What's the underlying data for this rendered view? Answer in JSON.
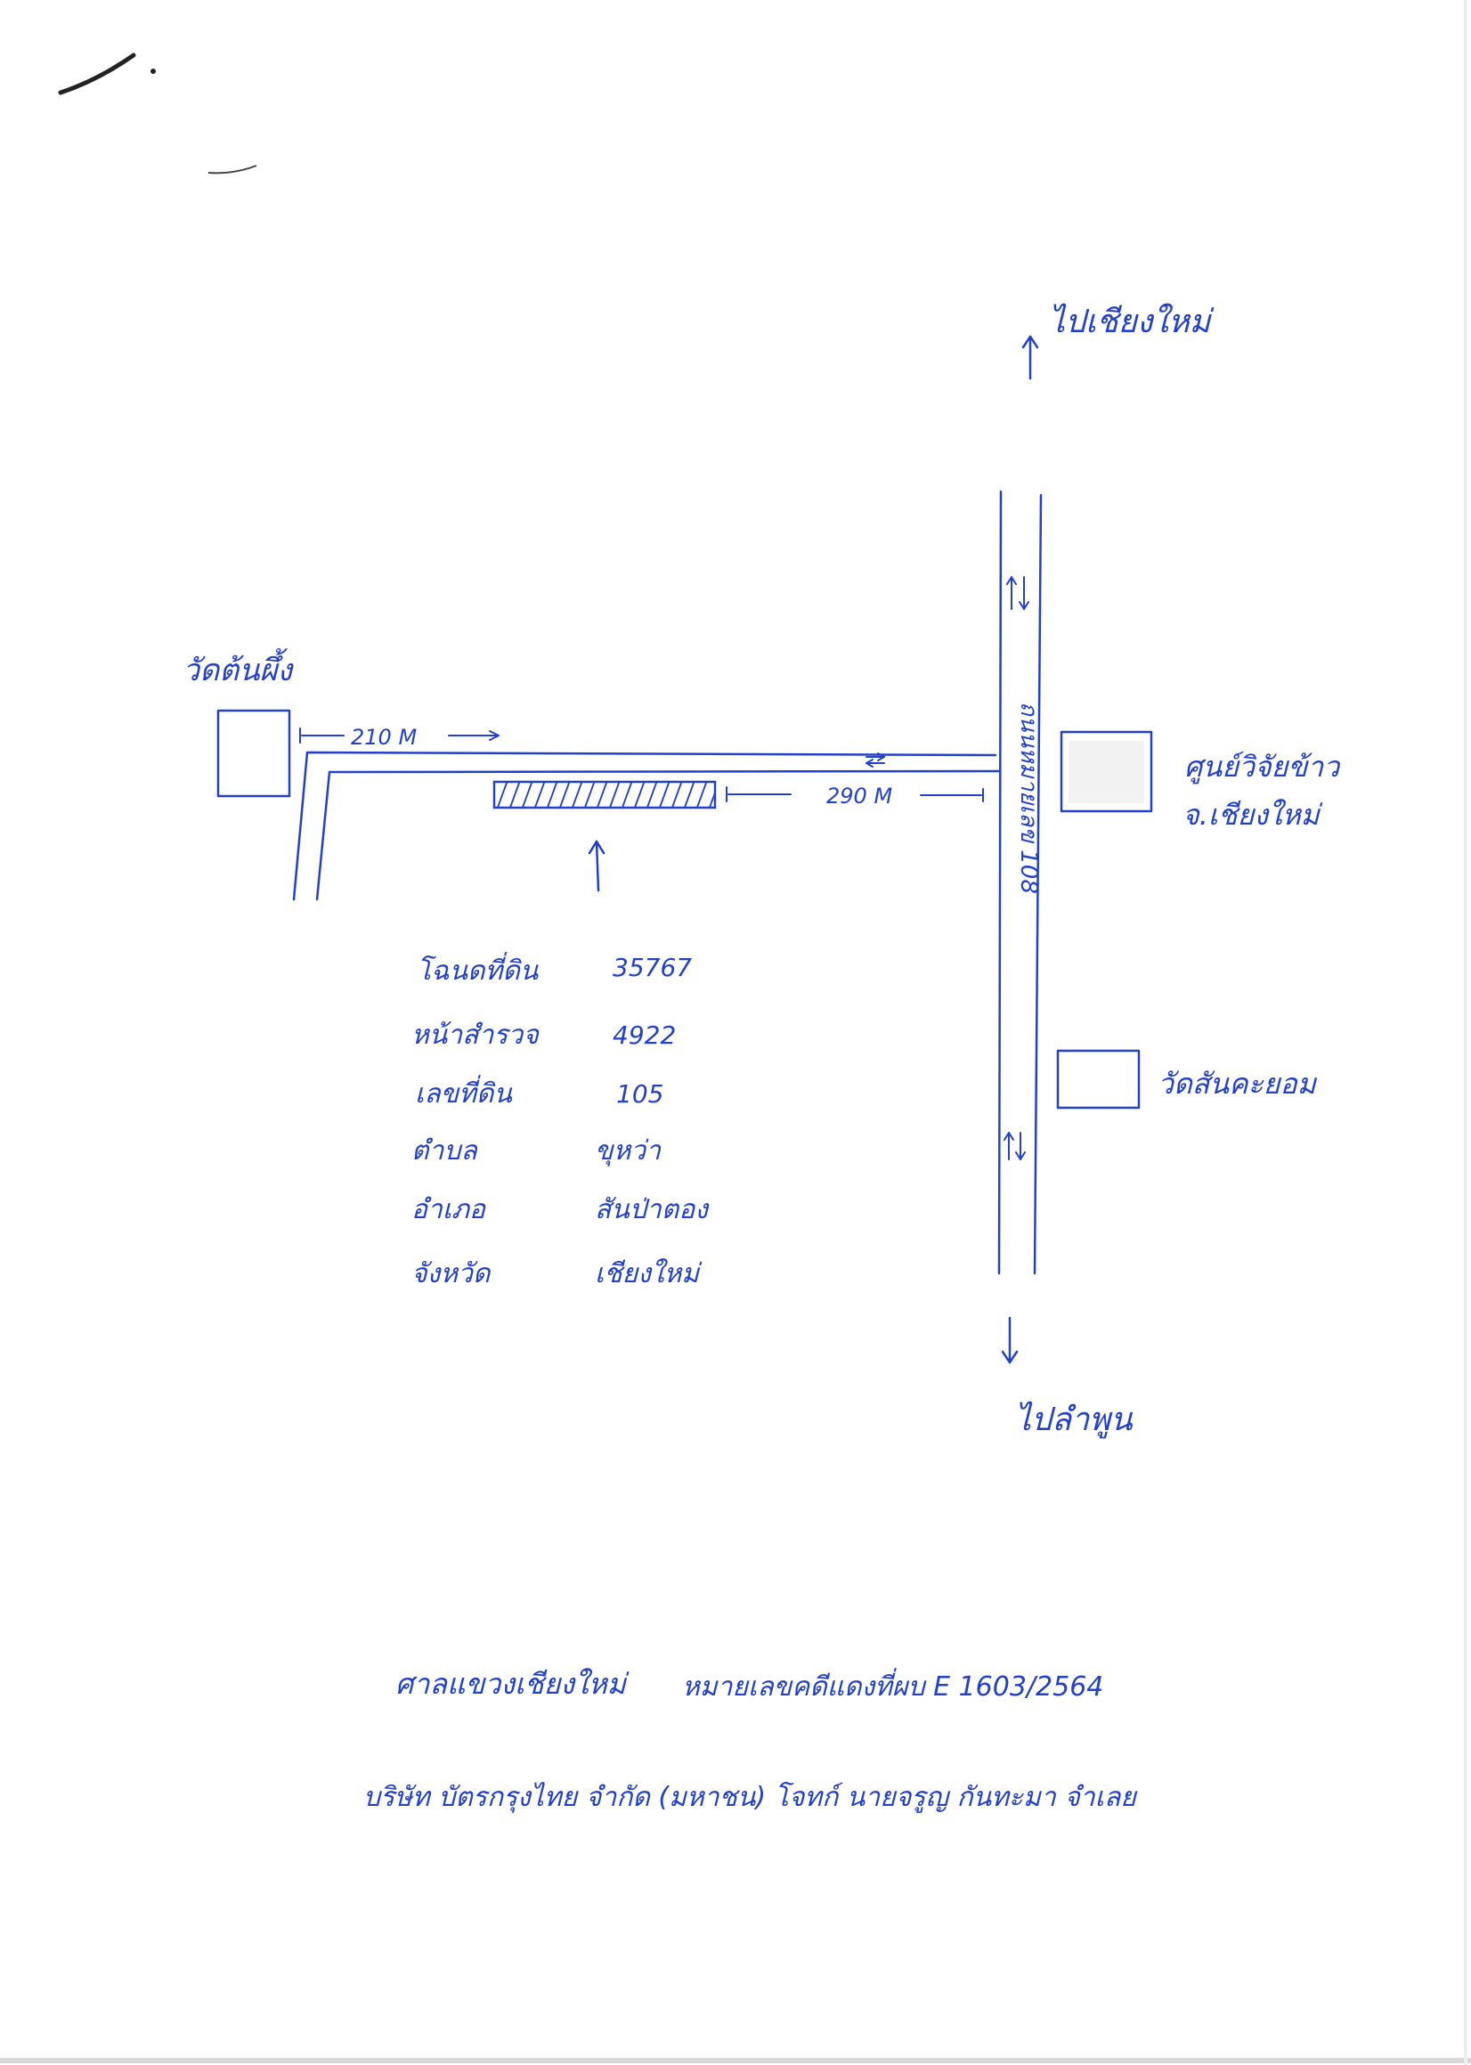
{
  "map": {
    "direction_north": "ไปเชียงใหม่",
    "direction_south": "ไปลำพูน",
    "temple_west": "วัดต้นผึ้ง",
    "rice_center_line1": "ศูนย์วิจัยข้าว",
    "rice_center_line2": "จ.เชียงใหม่",
    "temple_east": "วัดสันคะยอม",
    "highway_label": "ถนนหมายเลข 108",
    "distance_west": "210 M",
    "distance_east": "290 M"
  },
  "land_info": [
    {
      "label": "โฉนดที่ดิน",
      "value": "35767"
    },
    {
      "label": "หน้าสำรวจ",
      "value": "4922"
    },
    {
      "label": "เลขที่ดิน",
      "value": "105"
    },
    {
      "label": "ตำบล",
      "value": "ขุหว่า"
    },
    {
      "label": "อำเภอ",
      "value": "สันป่าตอง"
    },
    {
      "label": "จังหวัด",
      "value": "เชียงใหม่"
    }
  ],
  "footer": {
    "court": "ศาลแขวงเชียงใหม่",
    "case_number": "หมายเลขคดีแดงที่ผบ E 1603/2564",
    "parties": "บริษัท บัตรกรุงไทย จำกัด (มหาชน) โจทก์ นายจรูญ กันทะมา จำเลย"
  },
  "colors": {
    "ink": "#2340c8",
    "paper": "#ffffff"
  }
}
